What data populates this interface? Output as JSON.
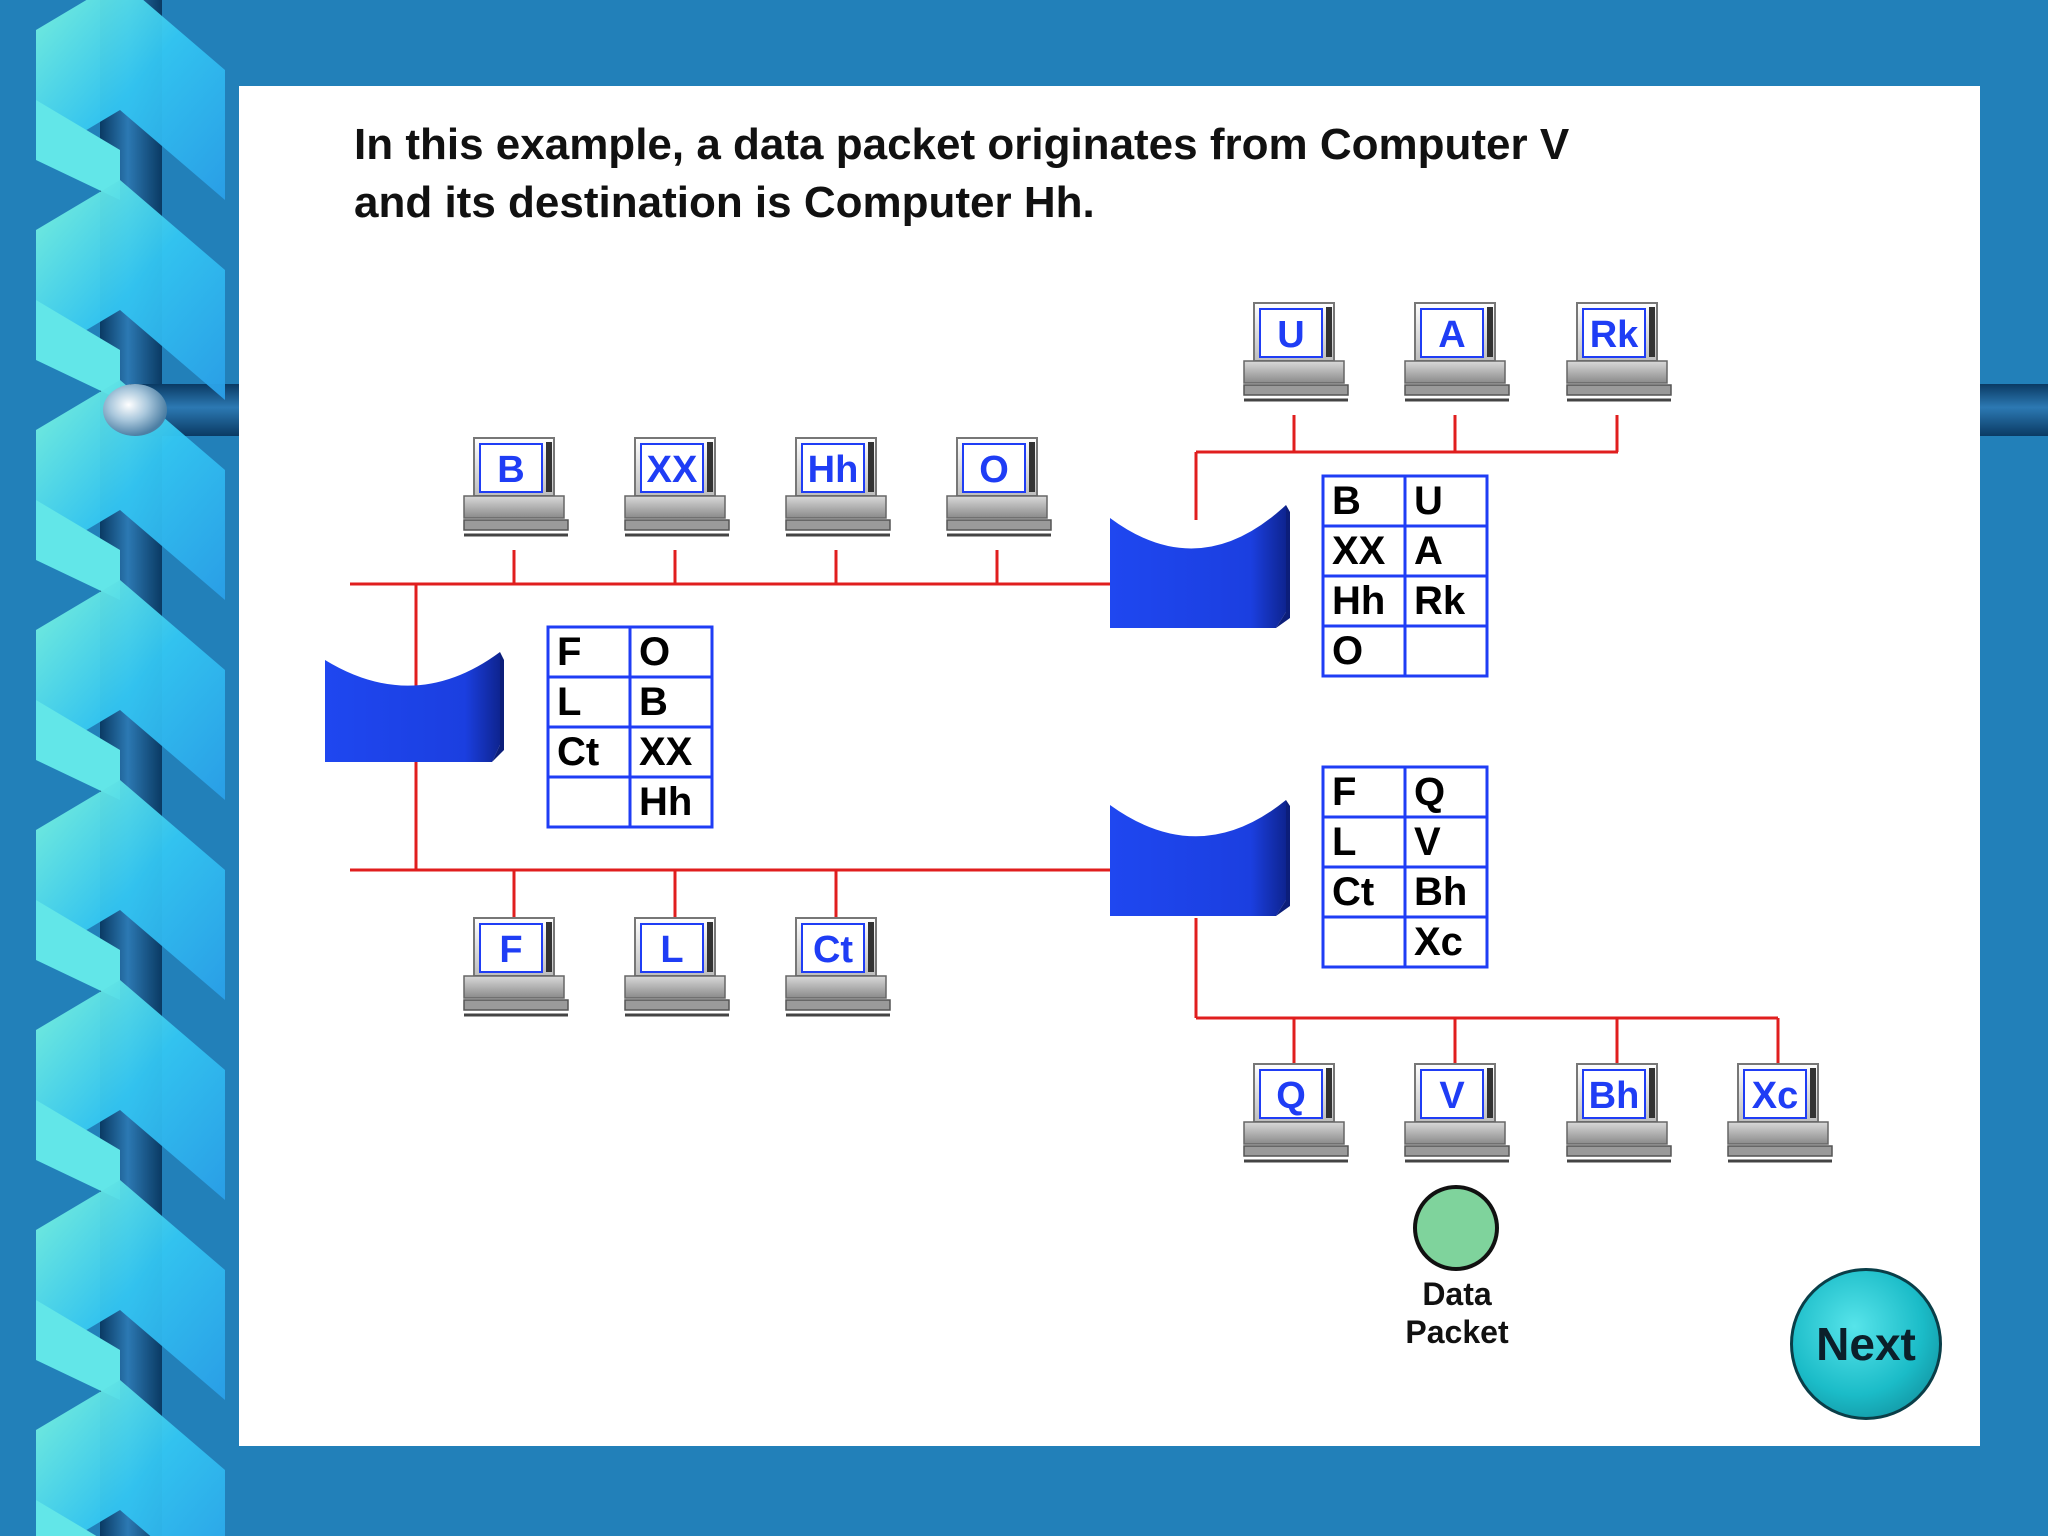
{
  "title": {
    "line1": "In this example, a data packet originates from Computer V",
    "line2": "and its destination is Computer Hh."
  },
  "colors": {
    "background": "#2280b9",
    "panel": "#ffffff",
    "network_line": "#e01e1e",
    "router": "#1f47f0",
    "table_border": "#1f3df5",
    "computer_label": "#1f3df5",
    "packet": "#7fd39c",
    "next_button": "#1bbcc8"
  },
  "networks": {
    "top_left": {
      "computers": [
        "B",
        "XX",
        "Hh",
        "O"
      ]
    },
    "top_right": {
      "computers": [
        "U",
        "A",
        "Rk"
      ]
    },
    "bottom_left": {
      "computers": [
        "F",
        "L",
        "Ct"
      ]
    },
    "bottom_right": {
      "computers": [
        "Q",
        "V",
        "Bh",
        "Xc"
      ]
    }
  },
  "routing_tables": [
    {
      "id": "router-left-table",
      "rows": [
        [
          "F",
          "O"
        ],
        [
          "L",
          "B"
        ],
        [
          "Ct",
          "XX"
        ],
        [
          "",
          "Hh"
        ]
      ]
    },
    {
      "id": "router-top-table",
      "rows": [
        [
          "B",
          "U"
        ],
        [
          "XX",
          "A"
        ],
        [
          "Hh",
          "Rk"
        ],
        [
          "O",
          ""
        ]
      ]
    },
    {
      "id": "router-bottom-table",
      "rows": [
        [
          "F",
          "Q"
        ],
        [
          "L",
          "V"
        ],
        [
          "Ct",
          "Bh"
        ],
        [
          "",
          "Xc"
        ]
      ]
    }
  ],
  "packet": {
    "label_line1": "Data",
    "label_line2": "Packet",
    "at_computer": "V"
  },
  "next_button": {
    "label": "Next"
  }
}
